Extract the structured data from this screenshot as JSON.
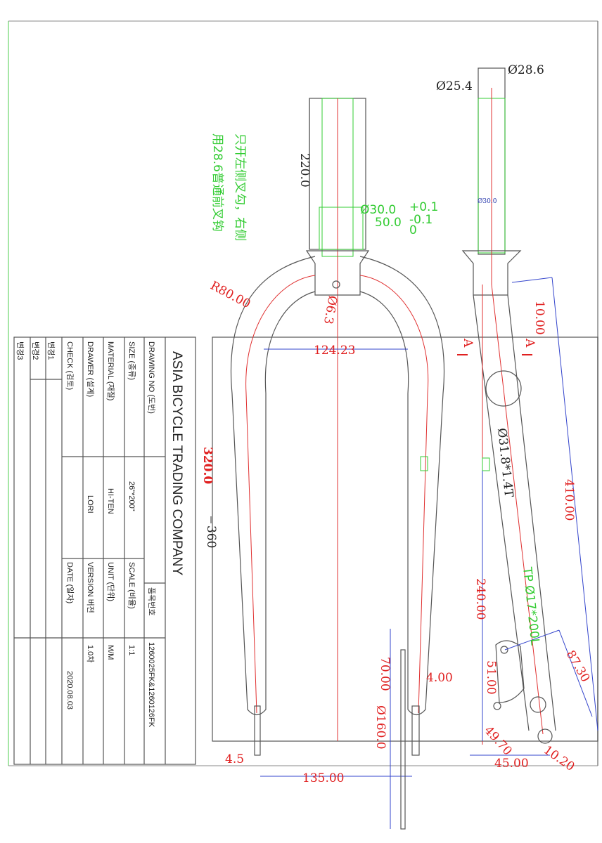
{
  "title_block": {
    "company": "ASIA BICYCLE TRADING COMPANY",
    "drawing_no_label": "DRAWING NO (도번)",
    "drawing_no_value": "1260025FK&1260126FK",
    "product_no_label": "품목번호",
    "size_label": "SIZE (종류)",
    "size_value": "26\"*200\"",
    "material_label": "MATERIAL (재질)",
    "material_value": "HI-TEN",
    "drawer_label": "DRAWER (설계)",
    "drawer_value": "LORI",
    "check_label": "CHECK (검토)",
    "scale_label": "SCALE (비율)",
    "scale_value": "1:1",
    "unit_label": "UNIT (단위)",
    "unit_value": "M/M",
    "version_label": "VERSION 버전",
    "version_value": "1.0차",
    "date_label": "DATE (일자)",
    "date_value": "2020.08.03",
    "revisions": [
      "변경1",
      "변경2",
      "변경3"
    ]
  },
  "notes": {
    "line1": "只开左侧叉勾，右侧",
    "line2": "用28.6普通前叉钩"
  },
  "dimensions": {
    "steerer_length": "220.0",
    "crown_dia": "Ø30.0",
    "crown_len": "50.0",
    "tol_plus": "+0.1",
    "tol_minus": "-0.1",
    "tol_zero": "0",
    "radius": "R80.00",
    "small_hole": "Ø6.3",
    "leg_spacing": "124.23",
    "height_red": "320.0",
    "height_black": "360",
    "disc_len": "70.00",
    "disc_offset": "4.00",
    "disc_dia": "Ø160.0",
    "dropout": "4.5",
    "hub_width": "135.00",
    "top_dia": "Ø28.6",
    "inner_dia": "Ø25.4",
    "race_dia": "Ø30.0",
    "crown_offset": "10.00",
    "section_mark": "A",
    "blade_tube": "Ø31.8*1.4T",
    "axle_to_crown": "410.00",
    "mount_height": "240.00",
    "taper": "TP Ø17*200L",
    "mount_spacing": "51.00",
    "caliper_diag": "87.30",
    "mount_axle": "49.70",
    "rake": "45.00",
    "axle_offset": "10.20"
  },
  "colors": {
    "outline": "#555555",
    "centerline": "#e03030",
    "dimension": "#3344cc",
    "hidden": "#33cc33"
  }
}
